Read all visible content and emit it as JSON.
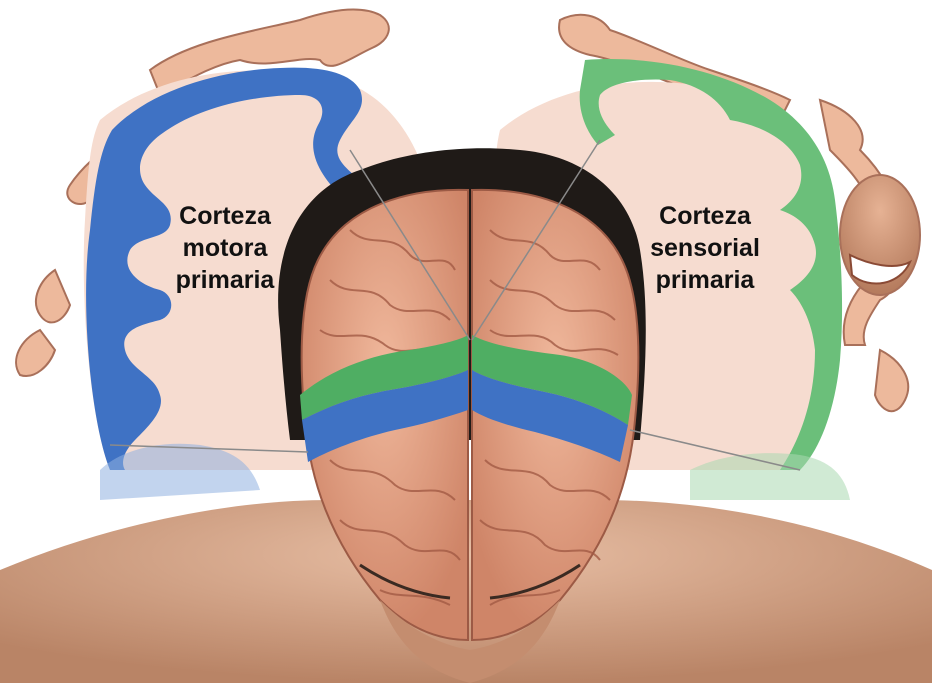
{
  "labels": {
    "motor": {
      "line1": "Corteza",
      "line2": "motora",
      "line3": "primaria"
    },
    "sensory": {
      "line1": "Corteza",
      "line2": "sensorial",
      "line3": "primaria"
    }
  },
  "colors": {
    "motor_cortex": "#3f72c4",
    "sensory_cortex": "#6bbf7a",
    "brain_tissue": "#e4a486",
    "skin": "#d9a98b",
    "hair": "#1f1a17",
    "white_matter": "#f6dcd0"
  }
}
